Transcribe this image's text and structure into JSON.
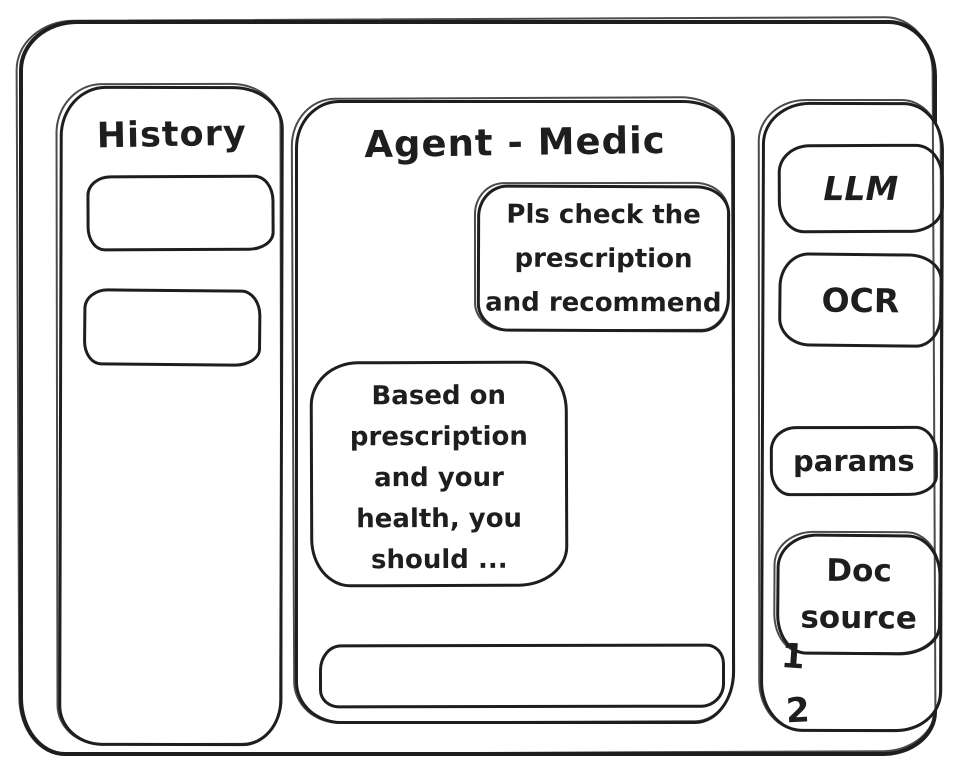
{
  "colors": {
    "ink": "#1e1e1e",
    "background": "#ffffff"
  },
  "history_panel": {
    "title": "History",
    "items": [
      {
        "label": ""
      },
      {
        "label": ""
      }
    ]
  },
  "chat_panel": {
    "title": "Agent - Medic",
    "messages": [
      {
        "role": "user",
        "text": "Pls check the\nprescription\nand recommend"
      },
      {
        "role": "assistant",
        "text": "Based on\nprescription\nand your\nhealth, you\nshould ..."
      }
    ],
    "input": {
      "value": "",
      "placeholder": ""
    }
  },
  "tools_panel": {
    "llm_button": "LLM",
    "ocr_button": "OCR",
    "params_button": "params",
    "doc_source_button": "Doc source",
    "doc_items": [
      {
        "label": "1"
      },
      {
        "label": "2"
      }
    ]
  }
}
